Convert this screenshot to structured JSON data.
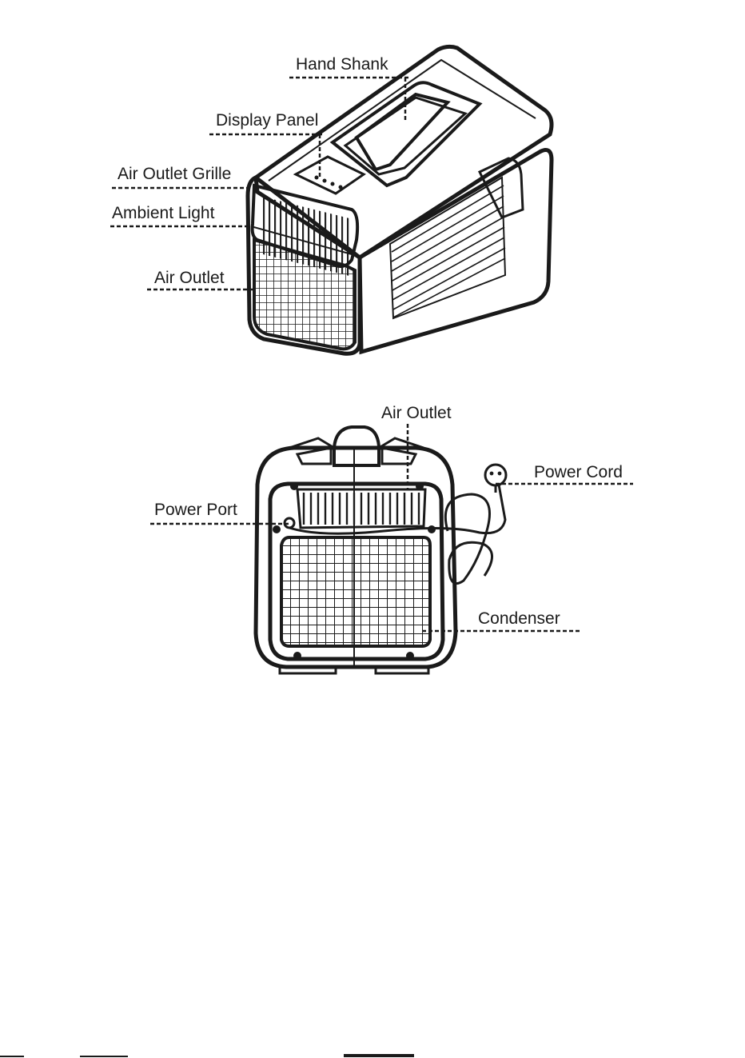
{
  "top_view": {
    "labels": {
      "hand_shank": "Hand Shank",
      "display_panel": "Display Panel",
      "air_outlet_grille": "Air Outlet Grille",
      "ambient_light": "Ambient Light",
      "air_outlet": "Air Outlet"
    }
  },
  "back_view": {
    "labels": {
      "air_outlet": "Air Outlet",
      "power_cord": "Power Cord",
      "power_port": "Power Port",
      "condenser": "Condenser"
    }
  },
  "colors": {
    "ink": "#1a1a1a",
    "background": "#ffffff"
  }
}
